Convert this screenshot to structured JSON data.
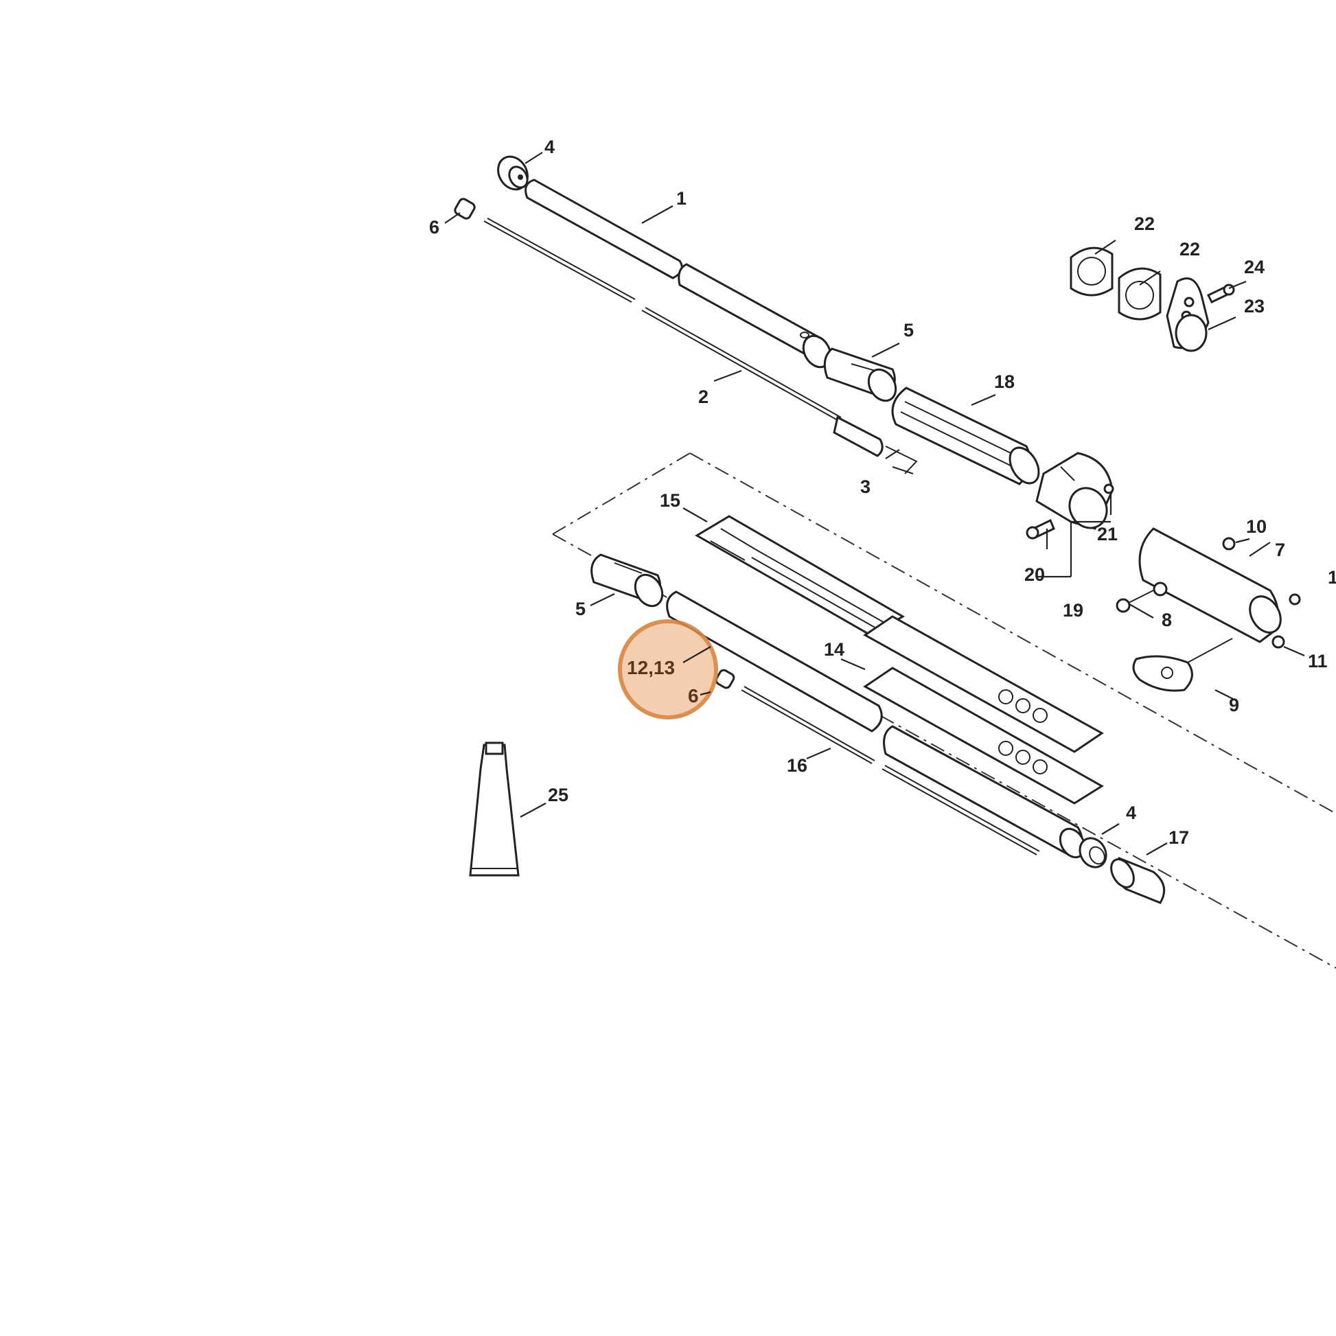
{
  "diagram": {
    "part_labels": [
      "1",
      "2",
      "3",
      "4",
      "4",
      "5",
      "5",
      "6",
      "6",
      "7",
      "8",
      "9",
      "10",
      "11",
      "14",
      "15",
      "16",
      "17",
      "18",
      "19",
      "20",
      "21",
      "22",
      "22",
      "23",
      "24",
      "25",
      "1"
    ],
    "highlight": {
      "label": "12,13",
      "sub_label": "6",
      "fill_color": "#f3c9a6",
      "stroke_color": "#d8843f"
    }
  }
}
